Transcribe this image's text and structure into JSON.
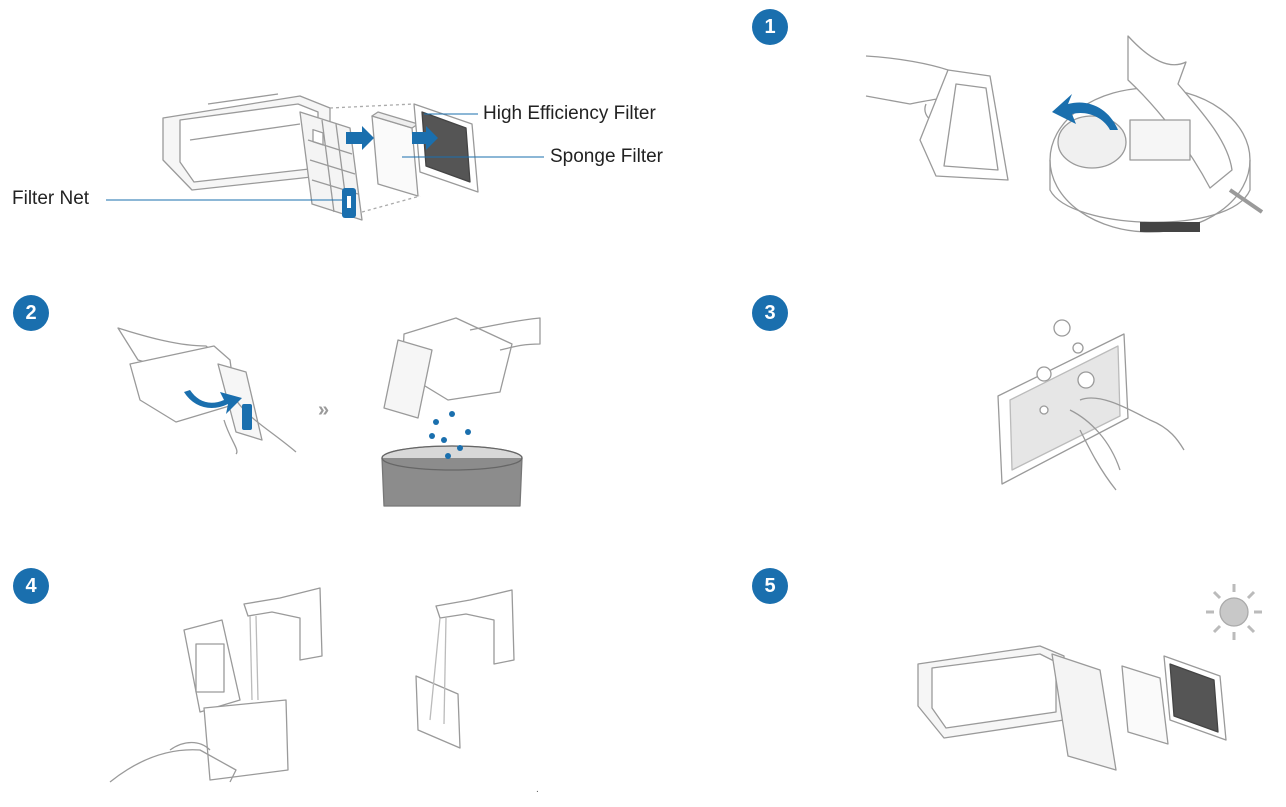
{
  "diagram": {
    "labels": {
      "high_efficiency_filter": "High Efficiency Filter",
      "sponge_filter": "Sponge Filter",
      "filter_net": "Filter Net"
    },
    "steps": [
      "1",
      "2",
      "3",
      "4",
      "5"
    ],
    "footer_mark": "."
  },
  "colors": {
    "accent": "#1a6fae",
    "line": "#1a6fae",
    "outline": "#9a9a9a"
  }
}
